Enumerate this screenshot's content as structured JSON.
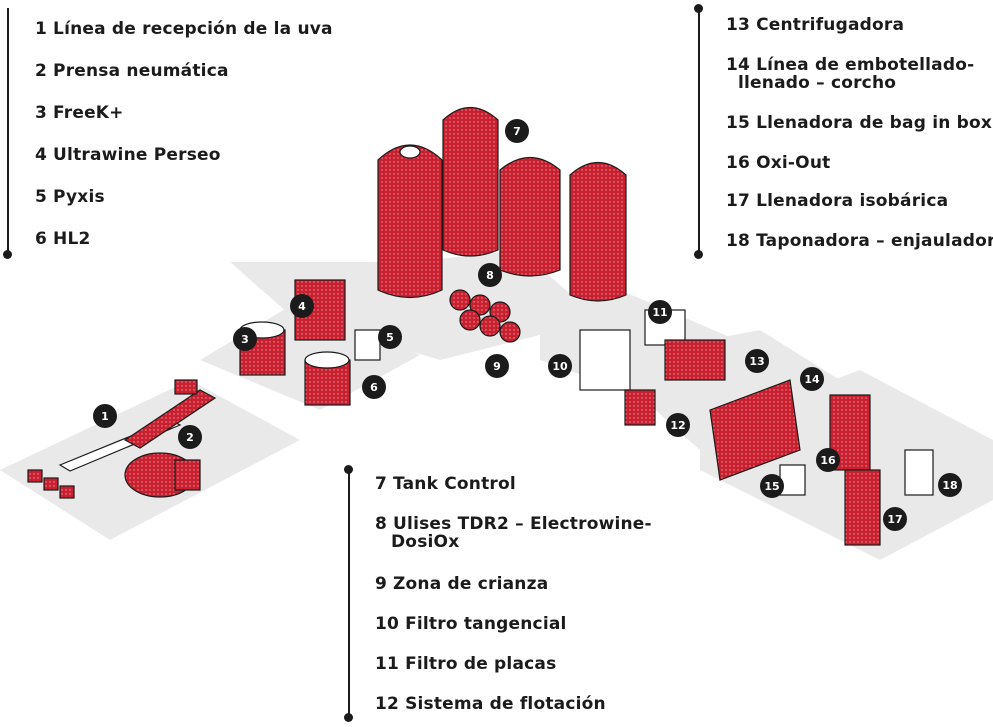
{
  "colors": {
    "accent": "#c8202f",
    "ink": "#1b1b1b",
    "floor": "#e9e9e9"
  },
  "legend_groups": {
    "left": [
      {
        "num": "1",
        "label": "Línea de recepción de la uva"
      },
      {
        "num": "2",
        "label": "Prensa neumática"
      },
      {
        "num": "3",
        "label": "FreeK+"
      },
      {
        "num": "4",
        "label": "Ultrawine Perseo"
      },
      {
        "num": "5",
        "label": "Pyxis"
      },
      {
        "num": "6",
        "label": "HL2"
      }
    ],
    "right": [
      {
        "num": "13",
        "label": "Centrifugadora"
      },
      {
        "num": "14",
        "label": "Línea de embotellado-"
      },
      {
        "num": "",
        "label": "llenado – corcho"
      },
      {
        "num": "15",
        "label": "Llenadora de bag in box"
      },
      {
        "num": "16",
        "label": "Oxi-Out"
      },
      {
        "num": "17",
        "label": "Llenadora isobárica"
      },
      {
        "num": "18",
        "label": "Taponadora – enjauladora"
      }
    ],
    "bottom": [
      {
        "num": "7",
        "label": "Tank Control"
      },
      {
        "num": "8",
        "label": "Ulises TDR2 – Electrowine-"
      },
      {
        "num": "",
        "label": "DosiOx"
      },
      {
        "num": "9",
        "label": "Zona de crianza"
      },
      {
        "num": "10",
        "label": "Filtro tangencial"
      },
      {
        "num": "11",
        "label": "Filtro de placas"
      },
      {
        "num": "12",
        "label": "Sistema de flotación"
      }
    ]
  },
  "markers": [
    "1",
    "2",
    "3",
    "4",
    "5",
    "6",
    "7",
    "8",
    "9",
    "10",
    "11",
    "12",
    "13",
    "14",
    "15",
    "16",
    "17",
    "18"
  ]
}
